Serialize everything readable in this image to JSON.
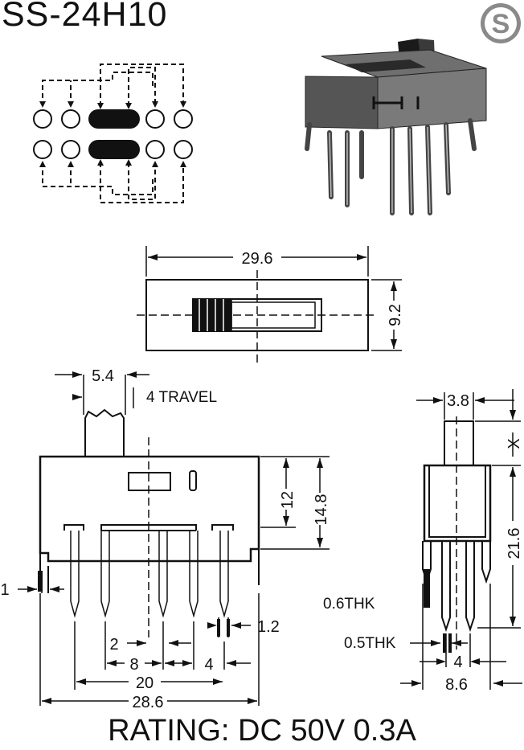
{
  "title": "SS-24H10",
  "logo_letter": "S",
  "rating": "RATING: DC 50V 0.3A",
  "top_view": {
    "length": "29.6",
    "width": "9.2"
  },
  "front_view": {
    "actuator_width": "5.4",
    "travel": "4 TRAVEL",
    "body_height": "12",
    "overall_height": "14.8",
    "pin_tab": "1",
    "pin_width": "1.2",
    "pin_pitch": "2",
    "row_spacing_a": "8",
    "row_spacing_b": "4",
    "pin_span": "20",
    "body_length": "28.6"
  },
  "side_view": {
    "actuator_width": "3.8",
    "actuator_height": "X",
    "pin_length": "21.6",
    "thickness_a": "0.6THK",
    "thickness_b": "0.5THK",
    "pin_spacing": "4",
    "body_width": "8.6"
  },
  "body_marking": "H I"
}
